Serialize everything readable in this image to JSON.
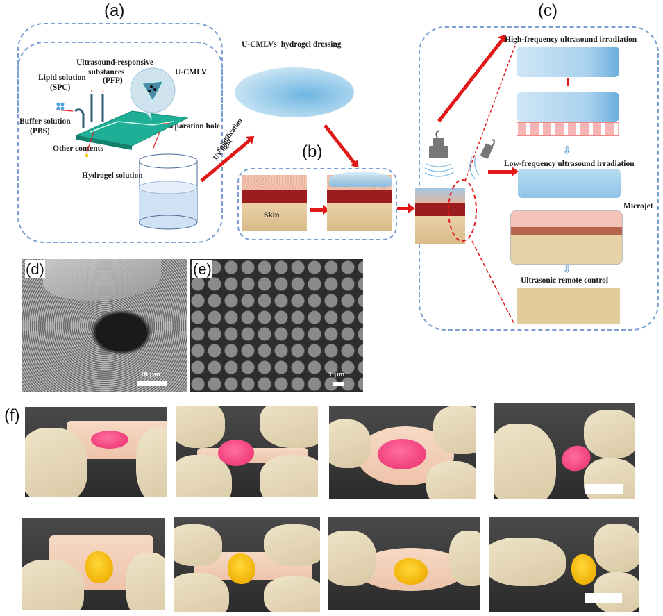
{
  "figure": {
    "panels": {
      "a": {
        "label": "(a)",
        "texts": {
          "ultrasound_responsive": "Ultrasound-responsive",
          "substances": "substances",
          "pfp": "(PFP)",
          "lipid_solution": "Lipid solution",
          "spc": "(SPC)",
          "u_cmlv": "U-CMLV",
          "buffer_solution": "Buffer solution",
          "pbs": "(PBS)",
          "separation_hole": "Separation hole",
          "other_contents": "Other contents",
          "hydrogel_solution": "Hydrogel solution"
        }
      },
      "transition_ab": {
        "uv_light": "UV light",
        "solidification": "Solidification",
        "dressing_title": "U-CMLVs' hydrogel dressing"
      },
      "b": {
        "label": "(b)",
        "skin": "Skin"
      },
      "c": {
        "label": "(c)",
        "high_freq": "High-frequency ultrasound irradiation",
        "low_freq": "Low-frequency ultrasound irradiation",
        "microjet": "Microjet",
        "remote_control": "Ultrasonic remote control"
      },
      "d": {
        "label": "(d)",
        "scale": "10 μm"
      },
      "e": {
        "label": "(e)",
        "scale": "1 μm"
      },
      "f": {
        "label": "(f)",
        "rows": [
          {
            "gel_color": "pink",
            "photos": [
              "flat",
              "compressed",
              "bent",
              "twisted"
            ]
          },
          {
            "gel_color": "yellow",
            "photos": [
              "flat",
              "compressed",
              "bent",
              "twisted"
            ]
          }
        ]
      }
    },
    "colors": {
      "dash": "#7b9fd2",
      "arrow": "#e01818",
      "pink_gel": "#f2457f",
      "yellow_gel": "#f3b70d"
    }
  }
}
